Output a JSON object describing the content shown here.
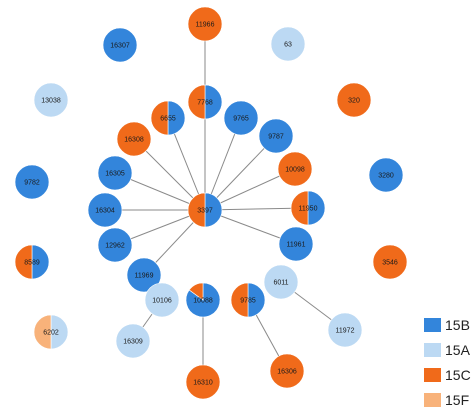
{
  "colors": {
    "15B": "#3385db",
    "15A": "#bcd9f3",
    "15C": "#f06a1a",
    "15F": "#f8b27a",
    "edge": "#8a8a8a",
    "outline": "#ffffff"
  },
  "legend": [
    {
      "name": "15B",
      "color": "#3385db"
    },
    {
      "name": "15A",
      "color": "#bcd9f3"
    },
    {
      "name": "15C",
      "color": "#f06a1a"
    },
    {
      "name": "15F",
      "color": "#f8b27a"
    }
  ],
  "nodes": [
    {
      "id": "3397",
      "mix": [
        {
          "s": "15B",
          "f": 0.5
        },
        {
          "s": "15C",
          "f": 0.5
        }
      ]
    },
    {
      "id": "11966",
      "mix": [
        {
          "s": "15C",
          "f": 1
        }
      ]
    },
    {
      "id": "7768",
      "mix": [
        {
          "s": "15B",
          "f": 0.5
        },
        {
          "s": "15C",
          "f": 0.5
        }
      ]
    },
    {
      "id": "6655",
      "mix": [
        {
          "s": "15B",
          "f": 0.5
        },
        {
          "s": "15C",
          "f": 0.5
        }
      ]
    },
    {
      "id": "9765",
      "mix": [
        {
          "s": "15B",
          "f": 1
        }
      ]
    },
    {
      "id": "9787",
      "mix": [
        {
          "s": "15B",
          "f": 1
        }
      ]
    },
    {
      "id": "16308",
      "mix": [
        {
          "s": "15C",
          "f": 1
        }
      ]
    },
    {
      "id": "16305",
      "mix": [
        {
          "s": "15B",
          "f": 1
        }
      ]
    },
    {
      "id": "10098",
      "mix": [
        {
          "s": "15C",
          "f": 1
        }
      ]
    },
    {
      "id": "11950",
      "mix": [
        {
          "s": "15B",
          "f": 0.5
        },
        {
          "s": "15C",
          "f": 0.5
        }
      ]
    },
    {
      "id": "16304",
      "mix": [
        {
          "s": "15B",
          "f": 1
        }
      ]
    },
    {
      "id": "12962",
      "mix": [
        {
          "s": "15B",
          "f": 1
        }
      ]
    },
    {
      "id": "11961",
      "mix": [
        {
          "s": "15B",
          "f": 1
        }
      ]
    },
    {
      "id": "11969",
      "mix": [
        {
          "s": "15B",
          "f": 1
        }
      ]
    },
    {
      "id": "10106",
      "mix": [
        {
          "s": "15A",
          "f": 1
        }
      ]
    },
    {
      "id": "10088",
      "mix": [
        {
          "s": "15B",
          "f": 0.85
        },
        {
          "s": "15C",
          "f": 0.15
        }
      ]
    },
    {
      "id": "9785",
      "mix": [
        {
          "s": "15B",
          "f": 0.5
        },
        {
          "s": "15C",
          "f": 0.5
        }
      ]
    },
    {
      "id": "6011",
      "mix": [
        {
          "s": "15A",
          "f": 1
        }
      ]
    },
    {
      "id": "11972",
      "mix": [
        {
          "s": "15A",
          "f": 1
        }
      ]
    },
    {
      "id": "16309",
      "mix": [
        {
          "s": "15A",
          "f": 1
        }
      ]
    },
    {
      "id": "16310",
      "mix": [
        {
          "s": "15C",
          "f": 1
        }
      ]
    },
    {
      "id": "16306",
      "mix": [
        {
          "s": "15C",
          "f": 1
        }
      ]
    },
    {
      "id": "16307",
      "mix": [
        {
          "s": "15B",
          "f": 1
        }
      ]
    },
    {
      "id": "63",
      "mix": [
        {
          "s": "15A",
          "f": 1
        }
      ]
    },
    {
      "id": "13038",
      "mix": [
        {
          "s": "15A",
          "f": 1
        }
      ]
    },
    {
      "id": "320",
      "mix": [
        {
          "s": "15C",
          "f": 1
        }
      ]
    },
    {
      "id": "9782",
      "mix": [
        {
          "s": "15B",
          "f": 1
        }
      ]
    },
    {
      "id": "3280",
      "mix": [
        {
          "s": "15B",
          "f": 1
        }
      ]
    },
    {
      "id": "8589",
      "mix": [
        {
          "s": "15B",
          "f": 0.5
        },
        {
          "s": "15C",
          "f": 0.5
        }
      ]
    },
    {
      "id": "3546",
      "mix": [
        {
          "s": "15C",
          "f": 1
        }
      ]
    },
    {
      "id": "6202",
      "mix": [
        {
          "s": "15A",
          "f": 0.5
        },
        {
          "s": "15F",
          "f": 0.5
        }
      ]
    }
  ],
  "edges": [
    [
      "3397",
      "11966"
    ],
    [
      "3397",
      "7768"
    ],
    [
      "3397",
      "6655"
    ],
    [
      "3397",
      "9765"
    ],
    [
      "3397",
      "9787"
    ],
    [
      "3397",
      "16308"
    ],
    [
      "3397",
      "16305"
    ],
    [
      "3397",
      "10098"
    ],
    [
      "3397",
      "11950"
    ],
    [
      "3397",
      "16304"
    ],
    [
      "3397",
      "12962"
    ],
    [
      "3397",
      "11961"
    ],
    [
      "3397",
      "11969"
    ],
    [
      "10106",
      "16309"
    ],
    [
      "10088",
      "16310"
    ],
    [
      "9785",
      "16306"
    ],
    [
      "6011",
      "11972"
    ]
  ]
}
